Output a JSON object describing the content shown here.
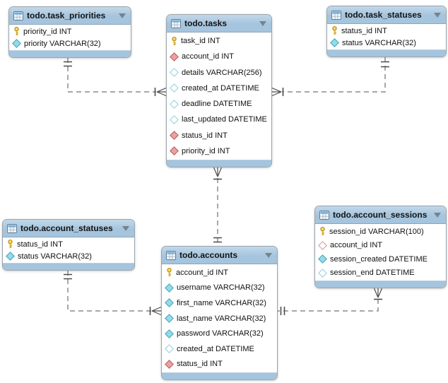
{
  "diagram": {
    "schema": "todo",
    "tables": [
      {
        "id": "task_priorities",
        "title": "todo.task_priorities",
        "fields": [
          {
            "icon": "primary-key",
            "label": "priority_id INT"
          },
          {
            "icon": "column-notnull",
            "label": "priority VARCHAR(32)"
          }
        ]
      },
      {
        "id": "tasks",
        "title": "todo.tasks",
        "fields": [
          {
            "icon": "primary-key",
            "label": "task_id INT"
          },
          {
            "icon": "fk-notnull",
            "label": "account_id INT"
          },
          {
            "icon": "column-null",
            "label": "details VARCHAR(256)"
          },
          {
            "icon": "column-null",
            "label": "created_at DATETIME"
          },
          {
            "icon": "column-null",
            "label": "deadline DATETIME"
          },
          {
            "icon": "column-null",
            "label": "last_updated DATETIME"
          },
          {
            "icon": "fk-notnull",
            "label": "status_id INT"
          },
          {
            "icon": "fk-notnull",
            "label": "priority_id INT"
          }
        ]
      },
      {
        "id": "task_statuses",
        "title": "todo.task_statuses",
        "fields": [
          {
            "icon": "primary-key",
            "label": "status_id INT"
          },
          {
            "icon": "column-notnull",
            "label": "status VARCHAR(32)"
          }
        ]
      },
      {
        "id": "account_statuses",
        "title": "todo.account_statuses",
        "fields": [
          {
            "icon": "primary-key",
            "label": "status_id INT"
          },
          {
            "icon": "column-notnull",
            "label": "status VARCHAR(32)"
          }
        ]
      },
      {
        "id": "accounts",
        "title": "todo.accounts",
        "fields": [
          {
            "icon": "primary-key",
            "label": "account_id INT"
          },
          {
            "icon": "column-notnull",
            "label": "username VARCHAR(32)"
          },
          {
            "icon": "column-notnull",
            "label": "first_name VARCHAR(32)"
          },
          {
            "icon": "column-notnull",
            "label": "last_name VARCHAR(32)"
          },
          {
            "icon": "column-notnull",
            "label": "password VARCHAR(32)"
          },
          {
            "icon": "column-null",
            "label": "created_at DATETIME"
          },
          {
            "icon": "fk-notnull",
            "label": "status_id INT"
          }
        ]
      },
      {
        "id": "account_sessions",
        "title": "todo.account_sessions",
        "fields": [
          {
            "icon": "primary-key",
            "label": "session_id VARCHAR(100)"
          },
          {
            "icon": "fk-null",
            "label": "account_id INT"
          },
          {
            "icon": "column-notnull",
            "label": "session_created DATETIME"
          },
          {
            "icon": "column-null",
            "label": "session_end DATETIME"
          }
        ]
      }
    ],
    "relationships": [
      {
        "from_table": "todo.tasks",
        "to_table": "todo.task_priorities",
        "from_end": "many-mandatory",
        "to_end": "one-mandatory",
        "style": "dashed"
      },
      {
        "from_table": "todo.tasks",
        "to_table": "todo.task_statuses",
        "from_end": "many-mandatory",
        "to_end": "one-mandatory",
        "style": "dashed"
      },
      {
        "from_table": "todo.tasks",
        "to_table": "todo.accounts",
        "from_end": "many-mandatory",
        "to_end": "one-mandatory",
        "style": "dashed"
      },
      {
        "from_table": "todo.accounts",
        "to_table": "todo.account_statuses",
        "from_end": "many-mandatory",
        "to_end": "one-mandatory",
        "style": "dashed"
      },
      {
        "from_table": "todo.account_sessions",
        "to_table": "todo.accounts",
        "from_end": "many-mandatory",
        "to_end": "one-mandatory",
        "style": "dashed"
      }
    ],
    "icons": {
      "table-icon": "grid-table glyph",
      "collapse-arrow-icon": "down triangle",
      "primary-key-icon": "yellow key",
      "fk-notnull-icon": "red filled diamond",
      "fk-null-icon": "red outlined diamond",
      "column-notnull-icon": "cyan filled diamond",
      "column-null-icon": "cyan outlined diamond"
    },
    "colors": {
      "table_header": "#a5c4dd",
      "table_body": "#ffffff",
      "connector_line": "#8c8c8c",
      "connector_marker": "#4d4d4d",
      "key_icon": "#f5c73c",
      "fk_diamond": "#eca0a0",
      "column_diamond": "#92dbe9"
    }
  }
}
